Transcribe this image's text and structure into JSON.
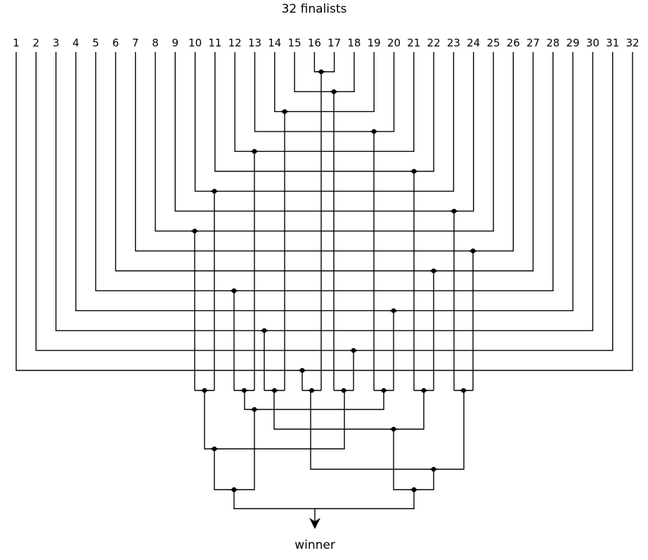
{
  "title": "32 finalists",
  "footer_label": "winner",
  "finalists": [
    "1",
    "2",
    "3",
    "4",
    "5",
    "6",
    "7",
    "8",
    "9",
    "10",
    "11",
    "12",
    "13",
    "14",
    "15",
    "16",
    "17",
    "18",
    "19",
    "20",
    "21",
    "22",
    "23",
    "24",
    "25",
    "26",
    "27",
    "28",
    "29",
    "30",
    "31",
    "32"
  ],
  "pairing_rule": "seed i meets seed 33-i in round 1",
  "colors": {
    "line": "#000000",
    "background": "#ffffff"
  }
}
